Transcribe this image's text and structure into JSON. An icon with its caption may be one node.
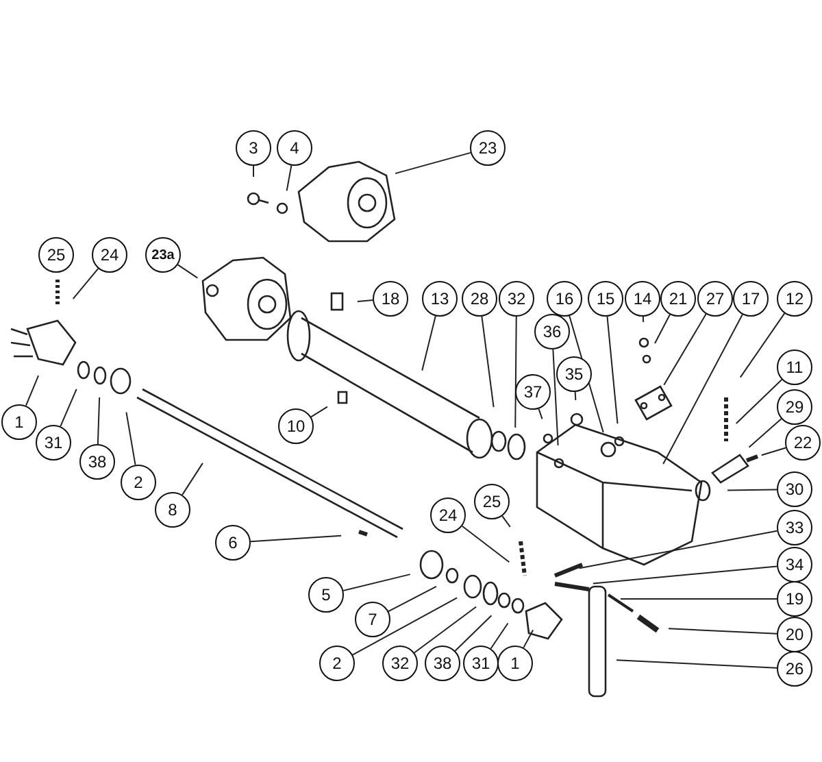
{
  "diagram": {
    "nodes": [
      {
        "text": [
          "3"
        ]
      },
      {
        "text": [
          "4"
        ]
      },
      {
        "text": [
          "23"
        ]
      },
      {
        "text": [
          "25"
        ]
      },
      {
        "text": [
          "24"
        ]
      },
      {
        "text": [
          "23a"
        ]
      },
      {
        "text": [
          "18"
        ]
      },
      {
        "text": [
          "13"
        ]
      },
      {
        "text": [
          "28"
        ]
      },
      {
        "text": [
          "32"
        ]
      },
      {
        "text": [
          "16"
        ]
      },
      {
        "text": [
          "15"
        ]
      },
      {
        "text": [
          "14"
        ]
      },
      {
        "text": [
          "21"
        ]
      },
      {
        "text": [
          "27"
        ]
      },
      {
        "text": [
          "17"
        ]
      },
      {
        "text": [
          "12"
        ]
      },
      {
        "text": [
          "36"
        ]
      },
      {
        "text": [
          "35"
        ]
      },
      {
        "text": [
          "37"
        ]
      },
      {
        "text": [
          "11"
        ]
      },
      {
        "text": [
          "29"
        ]
      },
      {
        "text": [
          "22"
        ]
      },
      {
        "text": [
          "10"
        ]
      },
      {
        "text": [
          "1"
        ]
      },
      {
        "text": [
          "31"
        ]
      },
      {
        "text": [
          "38"
        ]
      },
      {
        "text": [
          "2"
        ]
      },
      {
        "text": [
          "8"
        ]
      },
      {
        "text": [
          "30"
        ]
      },
      {
        "text": [
          "25"
        ]
      },
      {
        "text": [
          "24"
        ]
      },
      {
        "text": [
          "6"
        ]
      },
      {
        "text": [
          "33"
        ]
      },
      {
        "text": [
          "34"
        ]
      },
      {
        "text": [
          "5"
        ]
      },
      {
        "text": [
          "19"
        ]
      },
      {
        "text": [
          "7"
        ]
      },
      {
        "text": [
          "20"
        ]
      },
      {
        "text": [
          "2"
        ]
      },
      {
        "text": [
          "32"
        ]
      },
      {
        "text": [
          "38"
        ]
      },
      {
        "text": [
          "31"
        ]
      },
      {
        "text": [
          "1"
        ]
      },
      {
        "text": [
          "26"
        ]
      }
    ],
    "edges": [
      {
        "from": 0,
        "to": null,
        "arrow": "none"
      },
      {
        "from": 1,
        "to": null,
        "arrow": "none"
      },
      {
        "from": 2,
        "to": null,
        "arrow": "none"
      },
      {
        "from": 3,
        "to": null,
        "arrow": "none"
      },
      {
        "from": 4,
        "to": null,
        "arrow": "none"
      },
      {
        "from": 5,
        "to": null,
        "arrow": "none"
      },
      {
        "from": 6,
        "to": null,
        "arrow": "none"
      },
      {
        "from": 7,
        "to": null,
        "arrow": "none"
      },
      {
        "from": 8,
        "to": null,
        "arrow": "none"
      },
      {
        "from": 9,
        "to": null,
        "arrow": "none"
      },
      {
        "from": 10,
        "to": null,
        "arrow": "none"
      },
      {
        "from": 11,
        "to": null,
        "arrow": "none"
      },
      {
        "from": 12,
        "to": null,
        "arrow": "none"
      },
      {
        "from": 13,
        "to": null,
        "arrow": "none"
      },
      {
        "from": 14,
        "to": null,
        "arrow": "none"
      },
      {
        "from": 15,
        "to": null,
        "arrow": "none"
      },
      {
        "from": 16,
        "to": null,
        "arrow": "none"
      },
      {
        "from": 17,
        "to": null,
        "arrow": "none"
      },
      {
        "from": 18,
        "to": null,
        "arrow": "none"
      },
      {
        "from": 19,
        "to": null,
        "arrow": "none"
      },
      {
        "from": 20,
        "to": null,
        "arrow": "none"
      },
      {
        "from": 21,
        "to": null,
        "arrow": "none"
      },
      {
        "from": 22,
        "to": null,
        "arrow": "none"
      },
      {
        "from": 23,
        "to": null,
        "arrow": "none"
      },
      {
        "from": 24,
        "to": null,
        "arrow": "none"
      },
      {
        "from": 25,
        "to": null,
        "arrow": "none"
      },
      {
        "from": 26,
        "to": null,
        "arrow": "none"
      },
      {
        "from": 27,
        "to": null,
        "arrow": "none"
      },
      {
        "from": 28,
        "to": null,
        "arrow": "none"
      },
      {
        "from": 29,
        "to": null,
        "arrow": "none"
      },
      {
        "from": 30,
        "to": null,
        "arrow": "none"
      },
      {
        "from": 31,
        "to": null,
        "arrow": "none"
      },
      {
        "from": 32,
        "to": null,
        "arrow": "none"
      },
      {
        "from": 33,
        "to": null,
        "arrow": "none"
      },
      {
        "from": 34,
        "to": null,
        "arrow": "none"
      },
      {
        "from": 35,
        "to": null,
        "arrow": "none"
      },
      {
        "from": 36,
        "to": null,
        "arrow": "none"
      },
      {
        "from": 37,
        "to": null,
        "arrow": "none"
      },
      {
        "from": 38,
        "to": null,
        "arrow": "none"
      },
      {
        "from": 39,
        "to": null,
        "arrow": "none"
      },
      {
        "from": 40,
        "to": null,
        "arrow": "none"
      },
      {
        "from": 41,
        "to": null,
        "arrow": "none"
      },
      {
        "from": 42,
        "to": null,
        "arrow": "none"
      },
      {
        "from": 43,
        "to": null,
        "arrow": "none"
      },
      {
        "from": 44,
        "to": null,
        "arrow": "none"
      }
    ]
  }
}
